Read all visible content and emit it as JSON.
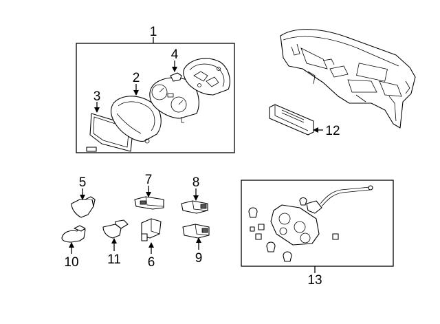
{
  "callouts": [
    "1",
    "2",
    "3",
    "4",
    "5",
    "6",
    "7",
    "8",
    "9",
    "10",
    "11",
    "12",
    "13"
  ]
}
